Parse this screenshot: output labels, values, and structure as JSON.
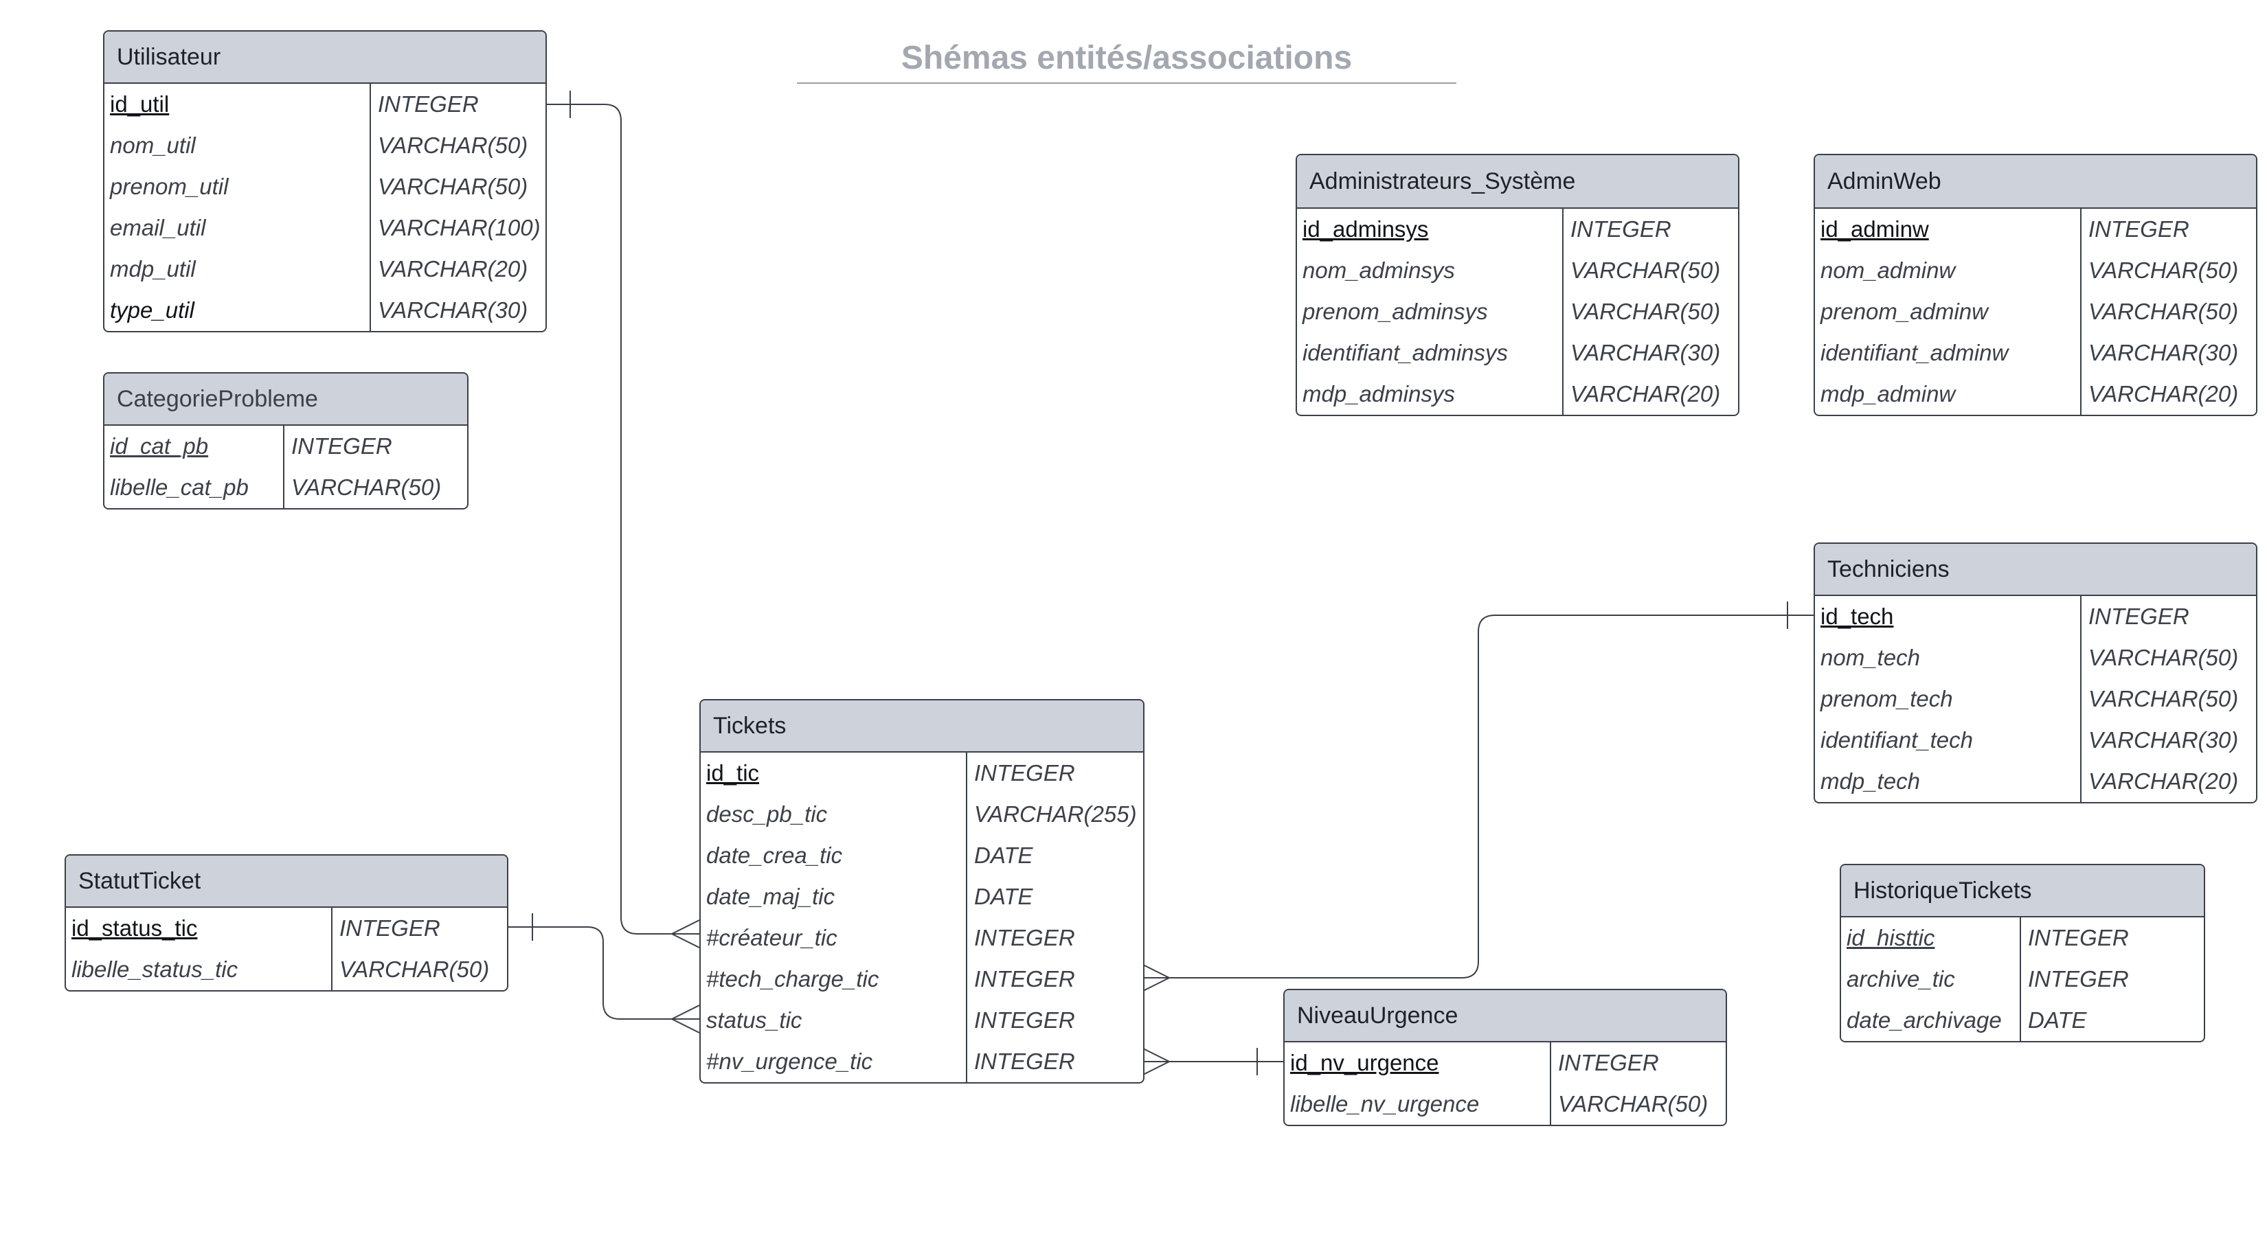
{
  "title": "Shémas entités/associations",
  "colors": {
    "header": "#ced3db",
    "border": "#3c4049",
    "title": "#a3a8b0"
  },
  "entities": {
    "utilisateur": {
      "name": "Utilisateur",
      "fields": [
        {
          "name": "id_util",
          "type": "INTEGER"
        },
        {
          "name": "nom_util",
          "type": "VARCHAR(50)"
        },
        {
          "name": "prenom_util",
          "type": "VARCHAR(50)"
        },
        {
          "name": "email_util",
          "type": "VARCHAR(100)"
        },
        {
          "name": "mdp_util",
          "type": "VARCHAR(20)"
        },
        {
          "name": "type_util",
          "type": "VARCHAR(30)"
        }
      ]
    },
    "categorie": {
      "name": "CategorieProbleme",
      "fields": [
        {
          "name": "id_cat_pb",
          "type": "INTEGER"
        },
        {
          "name": "libelle_cat_pb",
          "type": "VARCHAR(50)"
        }
      ]
    },
    "adminsys": {
      "name": "Administrateurs_Système",
      "fields": [
        {
          "name": "id_adminsys",
          "type": "INTEGER"
        },
        {
          "name": "nom_adminsys",
          "type": "VARCHAR(50)"
        },
        {
          "name": "prenom_adminsys",
          "type": "VARCHAR(50)"
        },
        {
          "name": "identifiant_adminsys",
          "type": "VARCHAR(30)"
        },
        {
          "name": "mdp_adminsys",
          "type": "VARCHAR(20)"
        }
      ]
    },
    "adminweb": {
      "name": "AdminWeb",
      "fields": [
        {
          "name": "id_adminw",
          "type": "INTEGER"
        },
        {
          "name": "nom_adminw",
          "type": "VARCHAR(50)"
        },
        {
          "name": "prenom_adminw",
          "type": "VARCHAR(50)"
        },
        {
          "name": "identifiant_adminw",
          "type": "VARCHAR(30)"
        },
        {
          "name": "mdp_adminw",
          "type": "VARCHAR(20)"
        }
      ]
    },
    "techniciens": {
      "name": "Techniciens",
      "fields": [
        {
          "name": "id_tech",
          "type": "INTEGER"
        },
        {
          "name": "nom_tech",
          "type": "VARCHAR(50)"
        },
        {
          "name": "prenom_tech",
          "type": "VARCHAR(50)"
        },
        {
          "name": "identifiant_tech",
          "type": "VARCHAR(30)"
        },
        {
          "name": "mdp_tech",
          "type": "VARCHAR(20)"
        }
      ]
    },
    "tickets": {
      "name": "Tickets",
      "fields": [
        {
          "name": "id_tic",
          "type": "INTEGER"
        },
        {
          "name": "desc_pb_tic",
          "type": "VARCHAR(255)"
        },
        {
          "name": "date_crea_tic",
          "type": "DATE"
        },
        {
          "name": "date_maj_tic",
          "type": "DATE"
        },
        {
          "name": "#créateur_tic",
          "type": "INTEGER"
        },
        {
          "name": "#tech_charge_tic",
          "type": "INTEGER"
        },
        {
          "name": "status_tic",
          "type": "INTEGER"
        },
        {
          "name": "#nv_urgence_tic",
          "type": "INTEGER"
        }
      ]
    },
    "statut": {
      "name": "StatutTicket",
      "fields": [
        {
          "name": "id_status_tic",
          "type": "INTEGER"
        },
        {
          "name": "libelle_status_tic",
          "type": "VARCHAR(50)"
        }
      ]
    },
    "historique": {
      "name": "HistoriqueTickets",
      "fields": [
        {
          "name": "id_histtic",
          "type": "INTEGER"
        },
        {
          "name": "archive_tic",
          "type": "INTEGER"
        },
        {
          "name": "date_archivage",
          "type": "DATE"
        }
      ]
    },
    "urgence": {
      "name": "NiveauUrgence",
      "fields": [
        {
          "name": "id_nv_urgence",
          "type": "INTEGER"
        },
        {
          "name": "libelle_nv_urgence",
          "type": "VARCHAR(50)"
        }
      ]
    }
  }
}
